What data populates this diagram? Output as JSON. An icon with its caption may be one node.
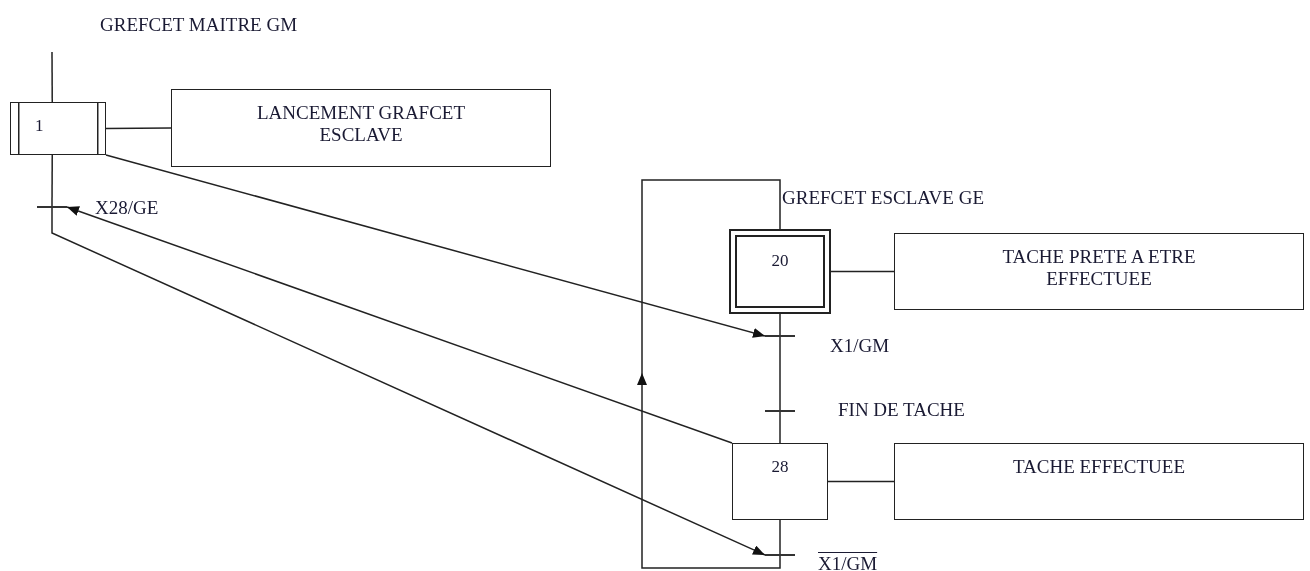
{
  "diagram": {
    "nodes": [
      {
        "text": [
          "1"
        ]
      },
      {
        "text": [
          "LANCEMENT GRAFCET ESCLAVE"
        ]
      },
      {
        "text": [
          "20"
        ]
      },
      {
        "text": [
          "TACHE PRETE A ETRE EFFECTUEE"
        ]
      },
      {
        "text": [
          "28"
        ]
      },
      {
        "text": [
          "TACHE EFFECTUEE"
        ]
      },
      {
        "text": [],
        "shape": "bar",
        "beside": [
          "X28/GE"
        ]
      },
      {
        "text": [],
        "shape": "bar",
        "beside": [
          "X1/GM"
        ]
      },
      {
        "text": [],
        "shape": "bar",
        "beside": [
          "FIN DE TACHE"
        ]
      },
      {
        "text": [],
        "shape": "bar",
        "beside": [
          "X1/GM"
        ]
      }
    ],
    "edges": [
      {
        "from": null,
        "to": 0,
        "arrow": "none"
      },
      {
        "from": 0,
        "to": 1,
        "arrow": "none"
      },
      {
        "from": 0,
        "to": 6,
        "arrow": "none"
      },
      {
        "from": 0,
        "to": 7,
        "arrow": "to"
      },
      {
        "from": 6,
        "to": 9,
        "arrow": "to"
      },
      {
        "from": 4,
        "to": 6,
        "arrow": "to"
      },
      {
        "from": 2,
        "to": 3,
        "arrow": "none"
      },
      {
        "from": 2,
        "to": 7,
        "arrow": "none"
      },
      {
        "from": 7,
        "to": 8,
        "arrow": "none"
      },
      {
        "from": 8,
        "to": 4,
        "arrow": "none"
      },
      {
        "from": 4,
        "to": 5,
        "arrow": "none"
      },
      {
        "from": 4,
        "to": 9,
        "arrow": "none"
      },
      {
        "from": 9,
        "to": 2,
        "arrow": "to"
      }
    ],
    "labels": [
      "GREFCET MAITRE GM",
      "GREFCET ESCLAVE GE"
    ]
  }
}
